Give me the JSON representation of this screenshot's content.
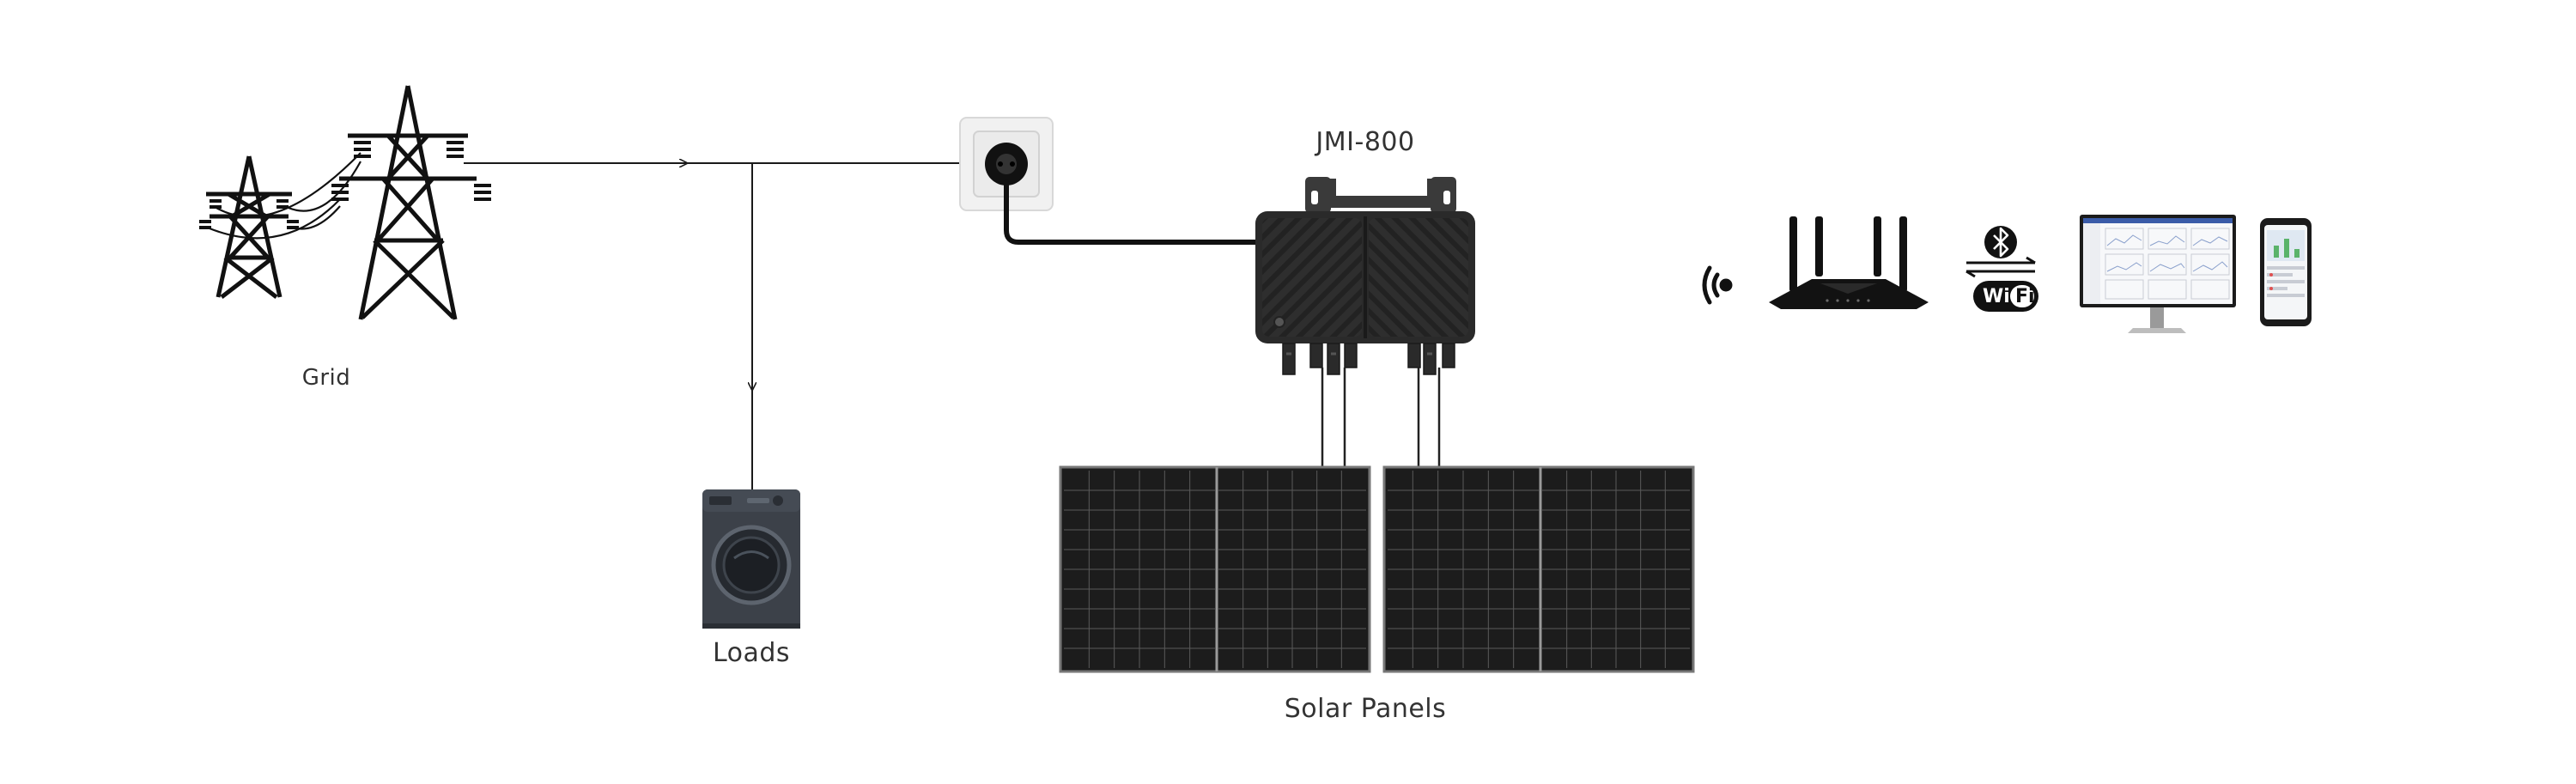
{
  "labels": {
    "grid": "Grid",
    "loads": "Loads",
    "solar_panels": "Solar Panels",
    "inverter_model": "JMI-800"
  },
  "badges": {
    "wifi_left": "Wi",
    "wifi_right": "Fi"
  },
  "icons": {
    "grid": "transmission-towers-icon",
    "socket": "power-socket-icon",
    "inverter": "microinverter-icon",
    "washer": "washing-machine-icon",
    "panels": "solar-panel-icon",
    "signal": "wireless-signal-icon",
    "router": "wifi-router-icon",
    "bluetooth": "bluetooth-icon",
    "exchange": "bidirectional-arrows-icon",
    "monitor": "desktop-monitor-icon",
    "phone": "smartphone-icon"
  },
  "colors": {
    "line": "#1a1a1a",
    "inverter_body": "#2b2b2b",
    "panel_cell": "#1c1c1c",
    "panel_grid": "#5a5a5a",
    "washer_body": "#3b4048"
  }
}
